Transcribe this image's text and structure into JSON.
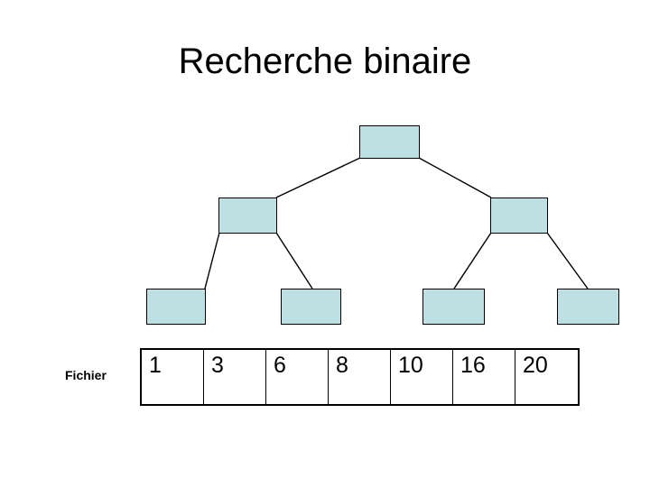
{
  "slide": {
    "title": "Recherche binaire",
    "background_color": "#ffffff"
  },
  "colors": {
    "node_fill": "#bfe0e3",
    "node_stroke": "#000000",
    "line": "#000000",
    "text": "#000000"
  },
  "tree": {
    "description": "binary search tree diagram with empty nodes",
    "levels": [
      {
        "name": "root",
        "nodes": [
          {
            "label": ""
          }
        ]
      },
      {
        "name": "level-2",
        "nodes": [
          {
            "label": ""
          },
          {
            "label": ""
          }
        ]
      },
      {
        "name": "leaves",
        "nodes": [
          {
            "label": ""
          },
          {
            "label": ""
          },
          {
            "label": ""
          },
          {
            "label": ""
          }
        ]
      }
    ]
  },
  "array": {
    "label": "Fichier",
    "cells": [
      {
        "value": "1"
      },
      {
        "value": "3"
      },
      {
        "value": "6"
      },
      {
        "value": "8"
      },
      {
        "value": "10"
      },
      {
        "value": "16"
      },
      {
        "value": "20"
      }
    ]
  }
}
